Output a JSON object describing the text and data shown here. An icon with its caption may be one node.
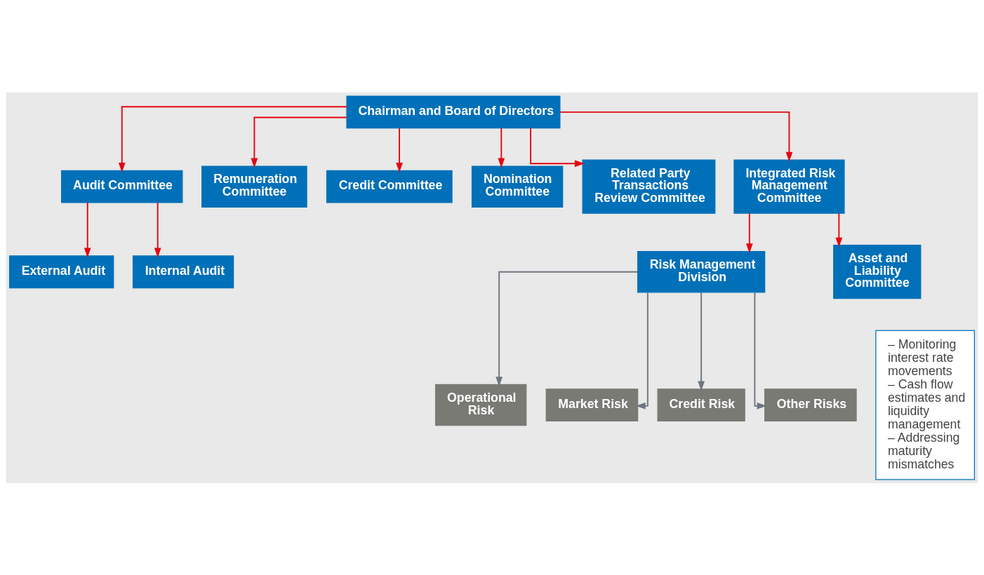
{
  "diagram": {
    "nodes": [
      {
        "text": [
          "Chairman and Board of Directors"
        ]
      },
      {
        "text": [
          "Audit Committee"
        ]
      },
      {
        "text": [
          "Remuneration Committee"
        ]
      },
      {
        "text": [
          "Credit Committee"
        ]
      },
      {
        "text": [
          "Nomination Committee"
        ]
      },
      {
        "text": [
          "Related Party Transactions Review Committee"
        ]
      },
      {
        "text": [
          "Integrated Risk Management Committee"
        ]
      },
      {
        "text": [
          "External Audit"
        ]
      },
      {
        "text": [
          "Internal Audit"
        ]
      },
      {
        "text": [
          "Risk Management Division"
        ]
      },
      {
        "text": [
          "Asset and Liability Committee"
        ]
      },
      {
        "text": [
          "– Monitoring interest rate movements",
          "– Cash flow estimates and liquidity management",
          "– Addressing maturity mismatches"
        ]
      },
      {
        "text": [
          "Operational Risk"
        ]
      },
      {
        "text": [
          "Market Risk"
        ]
      },
      {
        "text": [
          "Credit Risk"
        ]
      },
      {
        "text": [
          "Other Risks"
        ]
      }
    ],
    "edges": [
      {
        "from": 0,
        "to": 1,
        "arrow": "to"
      },
      {
        "from": 0,
        "to": 2,
        "arrow": "to"
      },
      {
        "from": 0,
        "to": 3,
        "arrow": "to"
      },
      {
        "from": 0,
        "to": 4,
        "arrow": "to"
      },
      {
        "from": 0,
        "to": 5,
        "arrow": "to"
      },
      {
        "from": 0,
        "to": 6,
        "arrow": "to"
      },
      {
        "from": 1,
        "to": 7,
        "arrow": "to"
      },
      {
        "from": 1,
        "to": 8,
        "arrow": "to"
      },
      {
        "from": 6,
        "to": 9,
        "arrow": "to"
      },
      {
        "from": 6,
        "to": 10,
        "arrow": "to"
      },
      {
        "from": 9,
        "to": 12,
        "arrow": "to",
        "color": "#6d7581"
      },
      {
        "from": 9,
        "to": 13,
        "arrow": "to",
        "color": "#6d7581"
      },
      {
        "from": 9,
        "to": 14,
        "arrow": "to",
        "color": "#6d7581"
      },
      {
        "from": 9,
        "to": 15,
        "arrow": "to",
        "color": "#6d7581"
      }
    ]
  }
}
